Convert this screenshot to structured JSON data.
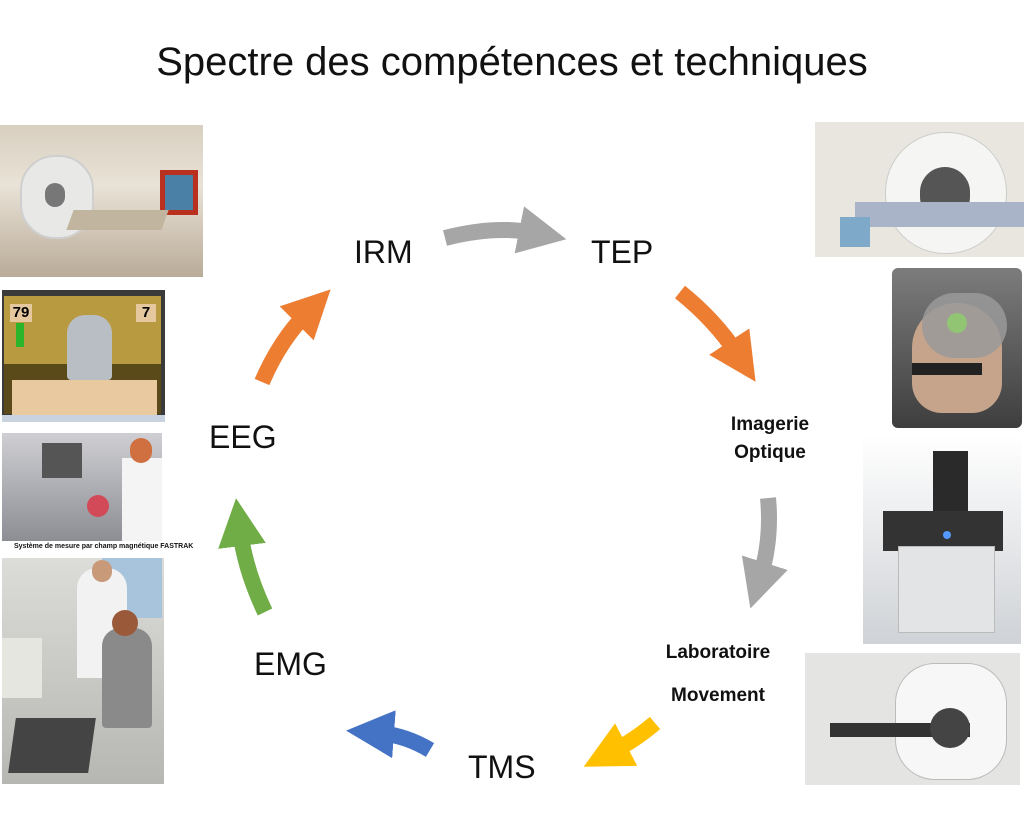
{
  "title": "Spectre des compétences et techniques",
  "nodes": {
    "irm": "IRM",
    "tep": "TEP",
    "optique_1": "Imagerie",
    "optique_2": "Optique",
    "labo_1": "Laboratoire",
    "labo_2": "Movement",
    "tms": "TMS",
    "emg": "EMG",
    "eeg": "EEG"
  },
  "photos": {
    "vr_score_left": "79",
    "vr_score_right": "7",
    "fastrak_caption": "Système de mesure par champ magnétique FASTRAK"
  },
  "colors": {
    "gray": "#a6a6a6",
    "orange": "#ed7d31",
    "yellow": "#ffc000",
    "blue": "#4472c4",
    "green": "#70ad47"
  }
}
